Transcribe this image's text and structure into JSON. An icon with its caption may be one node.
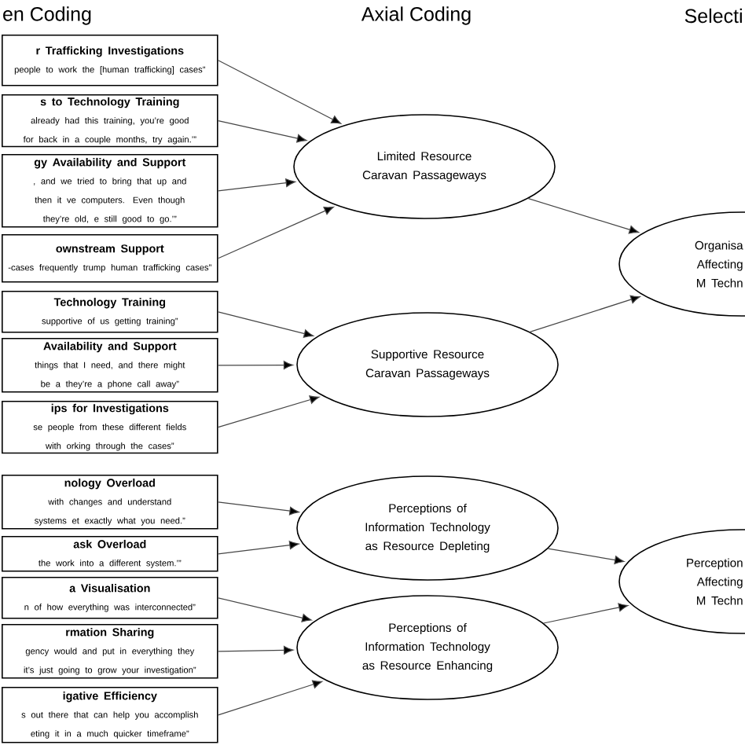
{
  "diagram": {
    "nodes": [
      {
        "text": [
          "r Trafficking Investigations",
          "people to work the [human trafficking] cases”"
        ]
      },
      {
        "text": [
          "s to Technology Training",
          "already had this training, you’re good for back in a couple months, try again.’”"
        ]
      },
      {
        "text": [
          "gy Availability and Support",
          ", and we tried to bring that up and then it ve computers. Even though they’re old, e still good to go.’”"
        ]
      },
      {
        "text": [
          "ownstream Support",
          "-cases frequently trump human trafficking cases”"
        ]
      },
      {
        "text": [
          "Technology Training",
          "supportive of us getting training”"
        ]
      },
      {
        "text": [
          "Availability and Support",
          "things that I need, and there might be a they’re a phone call away”"
        ]
      },
      {
        "text": [
          "ips for Investigations",
          "se people from these different fields with orking through the cases”"
        ]
      },
      {
        "text": [
          "nology Overload",
          "with changes and understand systems et exactly what you need.”"
        ]
      },
      {
        "text": [
          "ask Overload",
          "the work into a different system.’”"
        ]
      },
      {
        "text": [
          "a Visualisation",
          "n of how everything was interconnected”"
        ]
      },
      {
        "text": [
          "rmation Sharing",
          "gency would and put in everything they it’s just going to grow your investigation”"
        ]
      },
      {
        "text": [
          "igative Efficiency",
          "s out there that can help you accomplish eting it in a much quicker timeframe”"
        ]
      },
      {
        "text": [
          "Limited Resource Caravan Passageways"
        ]
      },
      {
        "text": [
          "Supportive Resource Caravan Passageways"
        ]
      },
      {
        "text": [
          "Perceptions of Information Technology as Resource Depleting"
        ]
      },
      {
        "text": [
          "Perceptions of Information Technology as Resource Enhancing"
        ]
      },
      {
        "text": [
          "Organisa Affecting M Techn"
        ]
      },
      {
        "text": [
          "Perception Affecting M Techn"
        ]
      }
    ],
    "edges": [
      {
        "from": 0,
        "to": 12,
        "arrow": "to"
      },
      {
        "from": 1,
        "to": 12,
        "arrow": "to"
      },
      {
        "from": 2,
        "to": 12,
        "arrow": "to"
      },
      {
        "from": 3,
        "to": 12,
        "arrow": "to"
      },
      {
        "from": 4,
        "to": 13,
        "arrow": "to"
      },
      {
        "from": 5,
        "to": 13,
        "arrow": "to"
      },
      {
        "from": 6,
        "to": 13,
        "arrow": "to"
      },
      {
        "from": 7,
        "to": 14,
        "arrow": "to"
      },
      {
        "from": 8,
        "to": 14,
        "arrow": "to"
      },
      {
        "from": 9,
        "to": 15,
        "arrow": "to"
      },
      {
        "from": 10,
        "to": 15,
        "arrow": "to"
      },
      {
        "from": 11,
        "to": 15,
        "arrow": "to"
      },
      {
        "from": 12,
        "to": 16,
        "arrow": "to"
      },
      {
        "from": 13,
        "to": 16,
        "arrow": "to"
      },
      {
        "from": 14,
        "to": 17,
        "arrow": "to"
      },
      {
        "from": 15,
        "to": 17,
        "arrow": "to"
      }
    ],
    "labels": [
      "en Coding",
      "Axial Coding",
      "Selecti"
    ]
  }
}
